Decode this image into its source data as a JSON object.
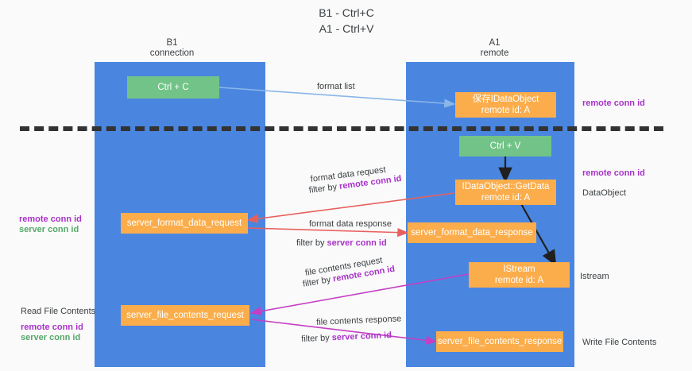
{
  "title": "B1 - Ctrl+C\nA1 - Ctrl+V",
  "colors": {
    "lane": "#4a86e0",
    "node_green": "#72c387",
    "node_orange": "#fbad4b",
    "highlight_purple": "#a832c8",
    "highlight_green": "#55a86a",
    "arrow_blue": "#8ab6e8",
    "arrow_red": "#e8605d",
    "arrow_magenta": "#c43fc4",
    "arrow_black": "#202020",
    "divider": "#333333",
    "background": "#fafafa"
  },
  "lanes": [
    {
      "name": "b1",
      "title": "B1\nconnection"
    },
    {
      "name": "a1",
      "title": "A1\nremote"
    }
  ],
  "nodes": {
    "ctrl_c": "Ctrl + C",
    "save_dataobject": "保存IDataObject\nremote id: A",
    "ctrl_v": "Ctrl + V",
    "getdata": "IDataObject::GetData\nremote id: A",
    "format_data_request": "server_format_data_request",
    "format_data_response": "server_format_data_response",
    "istream": "IStream\nremote id: A",
    "file_contents_request": "server_file_contents_request",
    "file_contents_response": "server_file_contents_response"
  },
  "right_labels": {
    "remote_conn_id_top": "remote conn id",
    "remote_conn_id_mid": "remote conn id",
    "dataobject": "DataObject",
    "istream": "Istream",
    "write_file_contents": "Write File Contents"
  },
  "left_labels": {
    "remote_conn_id_mid": "remote conn id",
    "server_conn_id_mid": "server conn id",
    "read_file_contents": "Read File Contents",
    "remote_conn_id_bottom": "remote conn id",
    "server_conn_id_bottom": "server conn id"
  },
  "edges": {
    "format_list": "format list",
    "format_data_request": "format data request",
    "format_data_request_filter_prefix": "filter by ",
    "format_data_request_filter_key": "remote conn id",
    "format_data_response": "format data response",
    "format_data_response_filter_prefix": "filter by ",
    "format_data_response_filter_key": "server conn id",
    "file_contents_request": "file contents request",
    "file_contents_request_filter_prefix": "filter by ",
    "file_contents_request_filter_key": "remote conn id",
    "file_contents_response": "file contents response",
    "file_contents_response_filter_prefix": "filter by ",
    "file_contents_response_filter_key": "server conn id"
  }
}
